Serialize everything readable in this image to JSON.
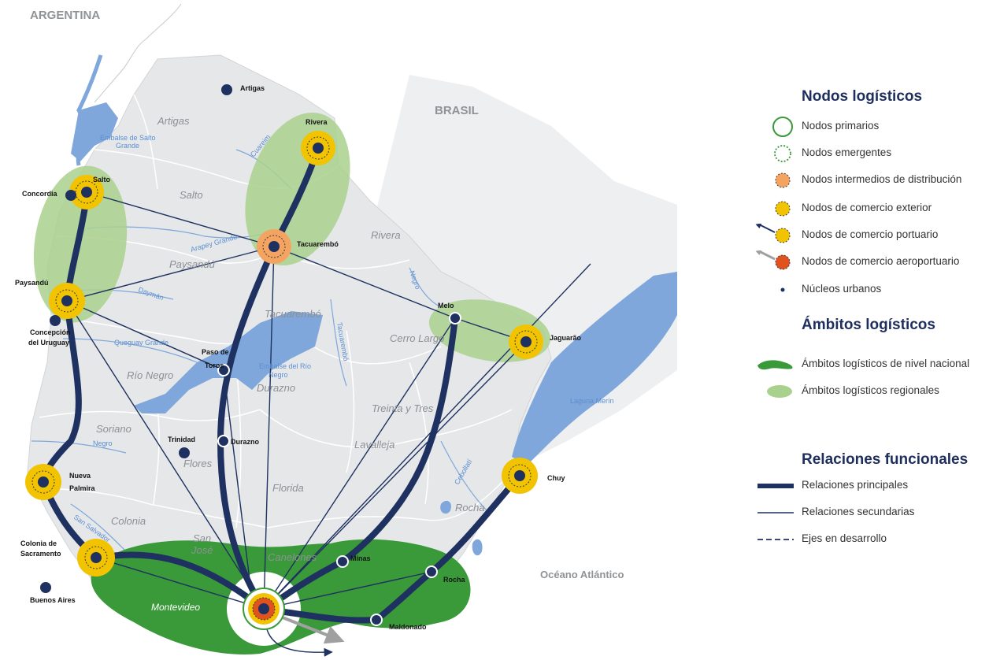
{
  "colors": {
    "land": "#e6e7e9",
    "border": "#ffffff",
    "water": "#7fa7db",
    "primary_link": "#1e3160",
    "national_area": "#3a9a3a",
    "regional_area": "#a9d18e",
    "node_yellow": "#f2c300",
    "node_orange": "#f4a460",
    "node_red": "#e0521e",
    "node_center": "#1e3160"
  },
  "countries": {
    "argentina": "ARGENTINA",
    "brasil": "BRASIL",
    "ocean": "Océano Atlántico"
  },
  "departments": {
    "artigas": "Artigas",
    "salto": "Salto",
    "rivera": "Rivera",
    "paysandu": "Paysandú",
    "tacuarembo": "Tacuarembó",
    "cerro_largo": "Cerro Largo",
    "rio_negro": "Río Negro",
    "durazno": "Durazno",
    "treinta_y_tres": "Treinta y Tres",
    "soriano": "Soriano",
    "flores": "Flores",
    "lavalleja": "Lavalleja",
    "florida": "Florida",
    "rocha": "Rocha",
    "colonia": "Colonia",
    "san_jose_1": "San",
    "san_jose_2": "José",
    "canelones": "Canelones",
    "montevideo": "Montevideo"
  },
  "water_labels": {
    "embalse_1": "Embalse de Salto",
    "embalse_2": "Grande",
    "arapey": "Arapey Grande",
    "dayman": "Daymán",
    "queguay": "Queguay Grande",
    "negro_river": "Negro",
    "rincon_1": "Embalse del Río",
    "rincon_2": "Negro",
    "tacuarembo_river": "Tacuarembó",
    "negro_north": "Negro",
    "cuareim": "Cuareim",
    "laguna_merin": "Laguna Merín",
    "cebollati": "Cebollatí",
    "san_salvador": "San Salvador"
  },
  "cities": {
    "artigas": "Artigas",
    "rivera": "Rivera",
    "salto": "Salto",
    "concordia": "Concordia",
    "tacuarembo": "Tacuarembó",
    "paysandu": "Paysandú",
    "concepcion_1": "Concepción",
    "concepcion_2": "del Uruguay",
    "melo": "Melo",
    "jaguarao": "Jaguarão",
    "paso_toros_1": "Paso de",
    "paso_toros_2": "Toros",
    "trinidad": "Trinidad",
    "durazno": "Durazno",
    "nueva_palmira_1": "Nueva",
    "nueva_palmira_2": "Palmira",
    "chuy": "Chuy",
    "colonia_1": "Colonia de",
    "colonia_2": "Sacramento",
    "buenos_aires": "Buenos Aires",
    "minas": "Minas",
    "rocha": "Rocha",
    "maldonado": "Maldonado"
  },
  "legend": {
    "nodos_title": "Nodos logísticos",
    "nodos_items": [
      "Nodos primarios",
      "Nodos emergentes",
      "Nodos intermedios de distribución",
      "Nodos de comercio exterior",
      "Nodos de comercio portuario",
      "Nodos de comercio aeroportuario",
      "Núcleos urbanos"
    ],
    "ambitos_title": "Ámbitos logísticos",
    "ambitos_items": [
      "Ámbitos logísticos de nivel nacional",
      "Ámbitos logísticos regionales"
    ],
    "relaciones_title": "Relaciones funcionales",
    "relaciones_items": [
      "Relaciones principales",
      "Relaciones secundarias",
      "Ejes en desarrollo"
    ]
  }
}
